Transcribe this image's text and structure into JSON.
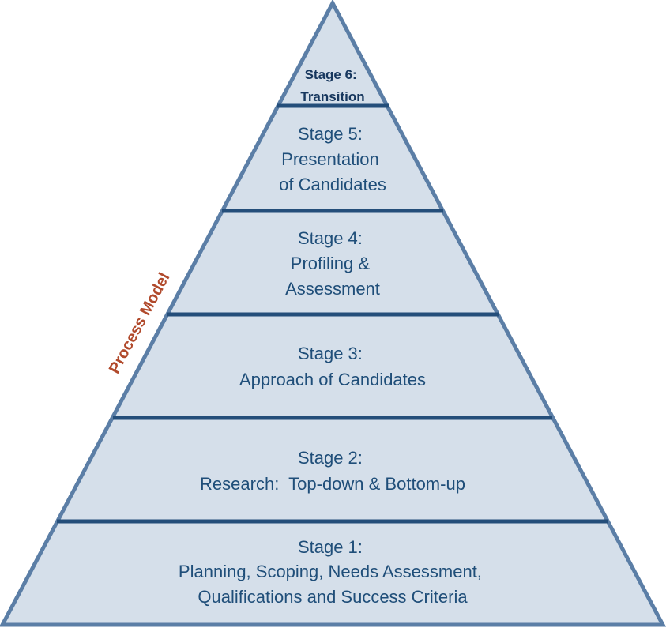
{
  "side_label": "Process Model",
  "colors": {
    "fill": "#d5dfea",
    "stroke": "#5b7ea6",
    "divider": "#244e7a",
    "text": "#1f4e79",
    "side_label": "#b14a2c"
  },
  "stages": [
    {
      "id": "stage-6",
      "lines": [
        "Stage 6:",
        "Transition"
      ]
    },
    {
      "id": "stage-5",
      "lines": [
        "Stage 5:",
        "Presentation",
        "of Candidates"
      ]
    },
    {
      "id": "stage-4",
      "lines": [
        "Stage 4:",
        "Profiling &",
        "Assessment"
      ]
    },
    {
      "id": "stage-3",
      "lines": [
        "Stage 3:",
        "Approach of Candidates"
      ]
    },
    {
      "id": "stage-2",
      "lines": [
        "Stage 2:",
        "Research:  Top-down & Bottom-up"
      ]
    },
    {
      "id": "stage-1",
      "lines": [
        "Stage 1:",
        "Planning, Scoping, Needs Assessment,",
        "Qualifications and Success Criteria"
      ]
    }
  ]
}
